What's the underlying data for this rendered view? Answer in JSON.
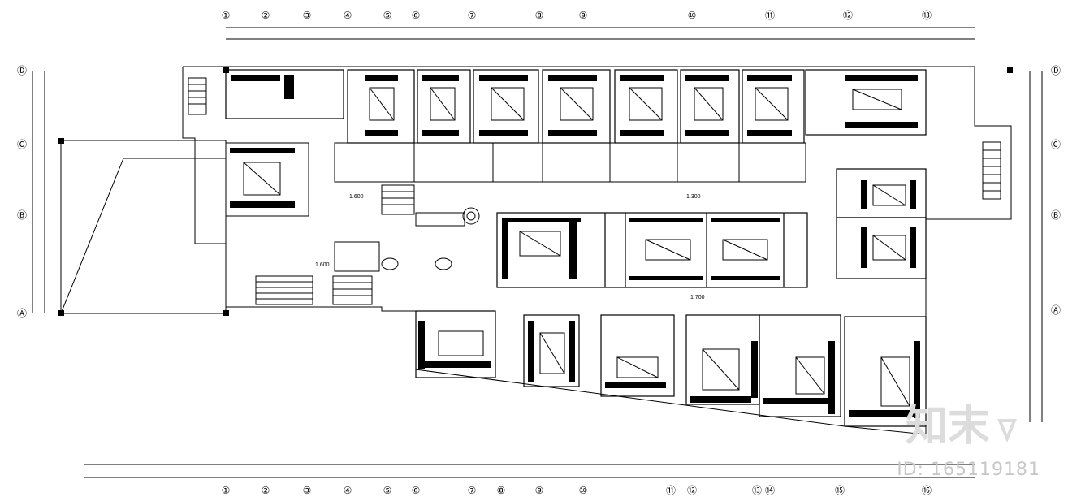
{
  "drawing": {
    "axis_labels_top": [
      "①",
      "②",
      "③",
      "④",
      "⑤",
      "⑥",
      "⑦",
      "⑧",
      "⑨",
      "⑩",
      "⑪",
      "⑫",
      "⑬"
    ],
    "axis_labels_bottom": [
      "①",
      "②",
      "③",
      "④",
      "⑤",
      "⑥",
      "⑦",
      "⑧",
      "⑨",
      "⑩",
      "⑪",
      "⑫",
      "⑬",
      "⑭",
      "⑮",
      "⑯"
    ],
    "axis_labels_left": [
      "Ⓐ",
      "Ⓑ",
      "Ⓒ",
      "Ⓓ"
    ],
    "axis_labels_right": [
      "Ⓐ",
      "Ⓑ",
      "Ⓒ",
      "Ⓓ"
    ],
    "level_marks": [
      "1.600",
      "1.300",
      "1.600",
      "1.700"
    ]
  },
  "watermark": {
    "brand": "知末",
    "id_text": "ID: 165119181"
  },
  "colors": {
    "line": "#000000",
    "watermark": "#c8c8c8"
  }
}
